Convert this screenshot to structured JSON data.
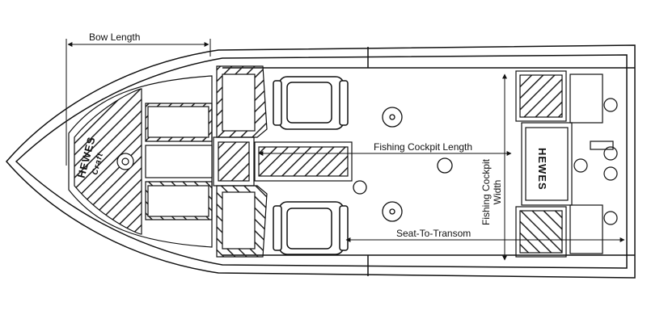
{
  "labels": {
    "bow_length": "Bow Length",
    "fishing_cockpit_length": "Fishing Cockpit Length",
    "fishing_cockpit_width_line1": "Fishing Cockpit",
    "fishing_cockpit_width_line2": "Width",
    "seat_to_transom": "Seat-To-Transom"
  },
  "logo": {
    "brand": "HEWES",
    "model": "Craft"
  },
  "colors": {
    "line": "#111111",
    "background": "#ffffff"
  }
}
